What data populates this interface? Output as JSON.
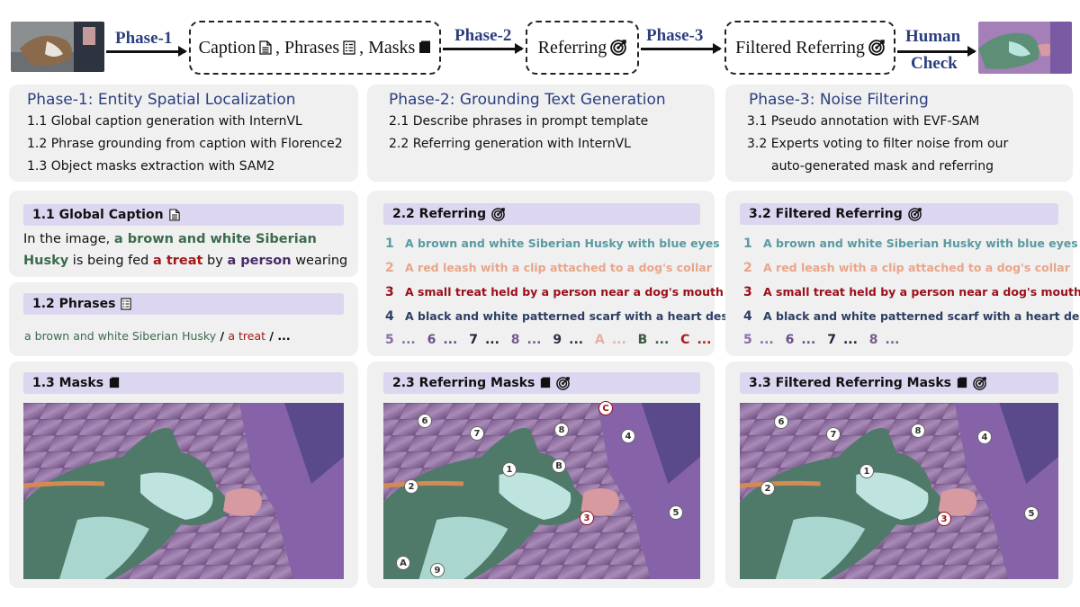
{
  "flow": {
    "phase1": "Phase-1",
    "phase2": "Phase-2",
    "phase3": "Phase-3",
    "human1": "Human",
    "human2": "Check",
    "box1_caption": "Caption",
    "box1_phrases": ", Phrases",
    "box1_masks": ", Masks",
    "box2": "Referring",
    "box3": "Filtered Referring"
  },
  "phase1": {
    "title": "Phase-1: Entity Spatial Localization",
    "steps": [
      "1.1 Global caption generation with InternVL",
      "1.2 Phrase grounding from caption with Florence2",
      "1.3 Object masks extraction with SAM2"
    ]
  },
  "phase2": {
    "title": "Phase-2: Grounding Text Generation",
    "steps": [
      "2.1 Describe phrases in prompt template",
      "2.2 Referring generation with InternVL"
    ]
  },
  "phase3": {
    "title": "Phase-3: Noise Filtering",
    "steps": [
      "3.1 Pseudo annotation with EVF-SAM",
      "3.2 Experts voting to filter noise from our",
      "auto-generated mask and referring"
    ]
  },
  "caption": {
    "header": "1.1 Global Caption",
    "t1": "In the image, ",
    "t2": "a brown and white Siberian",
    "t3": "Husky",
    "t4": " is being fed ",
    "t5": "a treat",
    "t6": " by ",
    "t7": "a person",
    "t8": " wearing ..."
  },
  "phrases": {
    "header": "1.2 Phrases",
    "p1": "a brown and white Siberian Husky",
    "sep1": " / ",
    "p2": "a treat",
    "sep2": " / ..."
  },
  "masks": {
    "header": "1.3 Masks"
  },
  "referring": {
    "header": "2.2 Referring",
    "items": [
      {
        "num": "1",
        "text": "A brown and white Siberian Husky with blue eyes"
      },
      {
        "num": "2",
        "text": "A red leash with a clip attached to a dog's collar"
      },
      {
        "num": "3",
        "text": "A small treat held by a person near a dog's mouth"
      },
      {
        "num": "4",
        "text": "A black and white patterned scarf with a heart design"
      }
    ],
    "more": [
      "5",
      "...",
      "6",
      "...",
      "7",
      "...",
      "8",
      "...",
      "9",
      "...",
      "A",
      "...",
      "B",
      "...",
      "C",
      "..."
    ]
  },
  "ref_masks": {
    "header": "2.3 Referring Masks"
  },
  "filtered": {
    "header": "3.2 Filtered Referring",
    "items": [
      {
        "num": "1",
        "text": "A brown and white Siberian Husky with blue eyes"
      },
      {
        "num": "2",
        "text": "A red leash with a clip attached to a dog's collar"
      },
      {
        "num": "3",
        "text": "A small treat held by a person near a dog's mouth"
      },
      {
        "num": "4",
        "text": "A black and white patterned scarf with a heart design"
      }
    ],
    "more": [
      "5",
      "...",
      "6",
      "...",
      "7",
      "...",
      "8",
      "..."
    ]
  },
  "filtered_masks": {
    "header": "3.3 Filtered Referring Masks"
  },
  "badges_2": [
    "6",
    "7",
    "8",
    "C",
    "4",
    "1",
    "B",
    "2",
    "3",
    "5",
    "A",
    "9"
  ],
  "badges_3": [
    "6",
    "7",
    "8",
    "4",
    "1",
    "2",
    "3",
    "5"
  ]
}
